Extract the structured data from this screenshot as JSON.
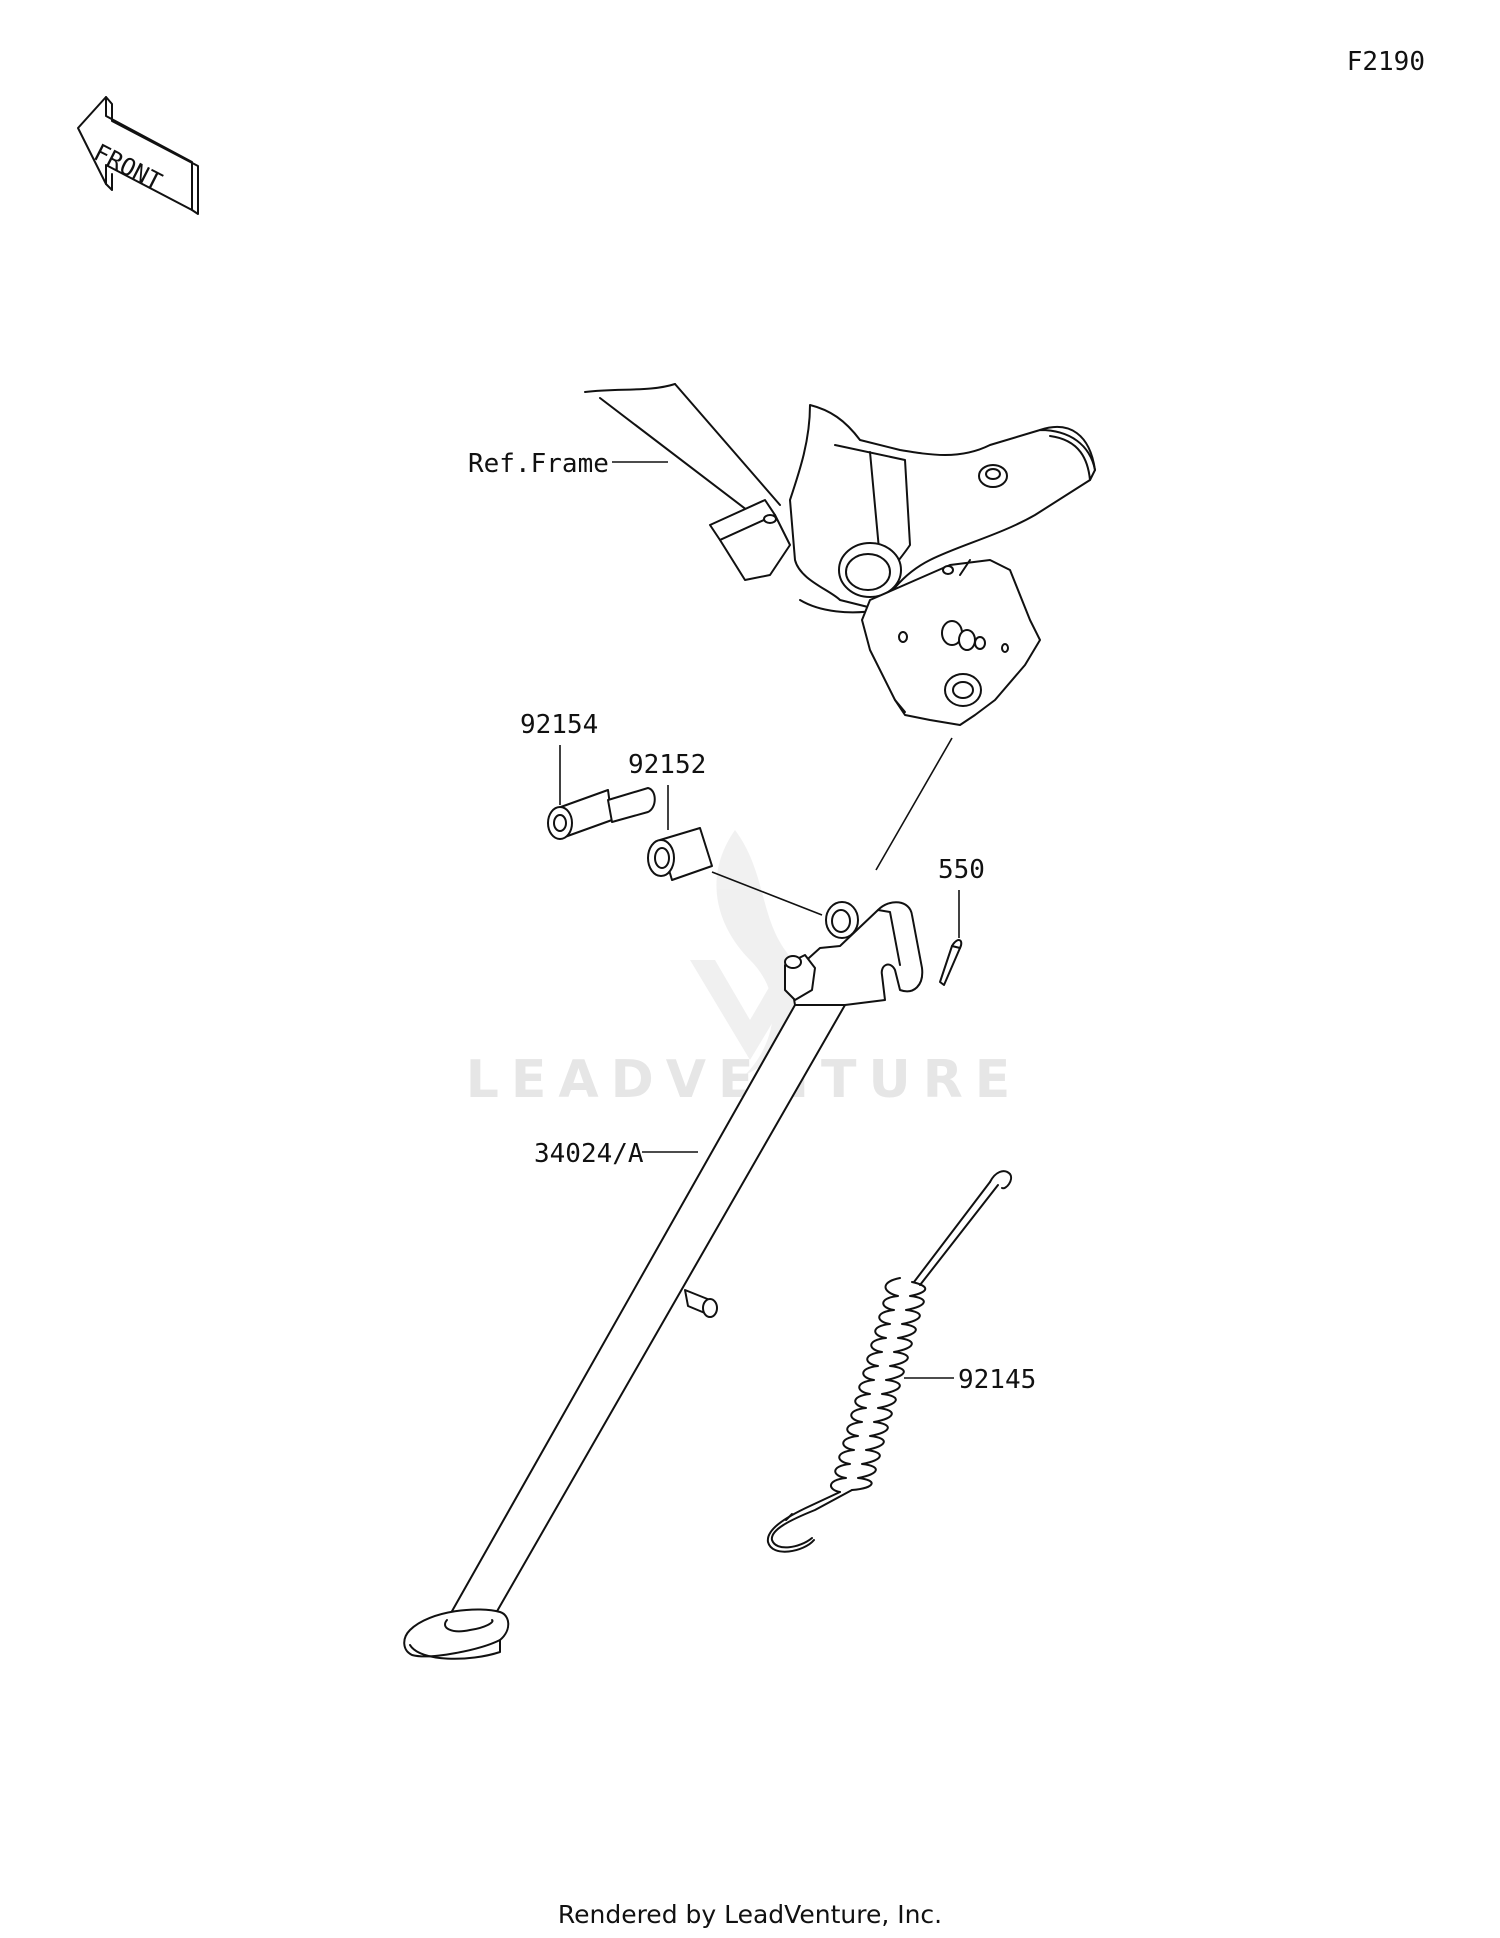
{
  "diagram": {
    "figure_code": "F2190",
    "front_indicator": "FRONT",
    "watermark": "LEADVENTURE",
    "footer": "Rendered by LeadVenture, Inc.",
    "labels": {
      "ref_frame": "Ref.Frame",
      "bolt": "92154",
      "collar": "92152",
      "cotter_pin": "550",
      "side_stand": "34024/A",
      "spring": "92145"
    }
  }
}
